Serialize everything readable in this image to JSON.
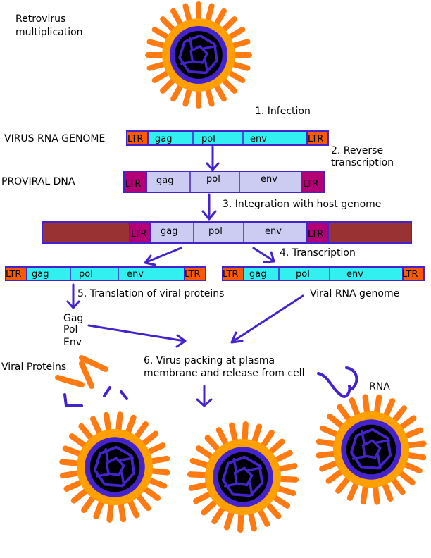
{
  "title": "Retrovirus multiplication",
  "title_lines": [
    "Retrovirus",
    "multiplication"
  ],
  "steps": {
    "infection": "1. Infection",
    "reverse_transcription": [
      "2. Reverse",
      "transcription"
    ],
    "integration": "3. Integration with host genome",
    "transcription": "4. Transcription",
    "translation": "5. Translation of viral proteins",
    "packing": [
      "6. Virus packing at plasma",
      "membrane and release from cell"
    ]
  },
  "labels": {
    "virus_rna_genome": "VIRUS RNA GENOME",
    "proviral_dna": "PROVIRAL DNA",
    "viral_rna_genome": "Viral RNA genome",
    "viral_proteins": "Viral Proteins",
    "rna": "RNA"
  },
  "proteins": [
    "Gag",
    "Pol",
    "Env"
  ],
  "segments": {
    "ltr": "LTR",
    "gag": "gag",
    "pol": "pol",
    "env": "env"
  },
  "colors": {
    "rna_fill": "#33f0f0",
    "dna_fill": "#ccccf2",
    "ltr_rna": "#ff5a00",
    "ltr_dna": "#b30077",
    "host_dna": "#993333",
    "arrow": "#4422cc",
    "spike": "#ff7a10",
    "membrane": "#ffa000",
    "envelope": "#4422cc",
    "core": "#000000"
  }
}
